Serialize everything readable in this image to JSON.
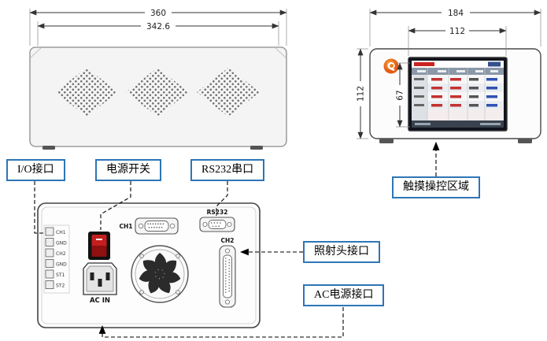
{
  "top_view": {
    "dim_outer": "360",
    "dim_inner": "342.6"
  },
  "front_view": {
    "dim_width": "184",
    "dim_screen_width": "112",
    "dim_height": "112",
    "dim_screen_height": "67"
  },
  "callouts": {
    "io": "I/O接口",
    "power": "电源开关",
    "rs232": "RS232串口",
    "touch": "触摸操控区域",
    "head": "照射头接口",
    "ac": "AC电源接口"
  },
  "rear_panel": {
    "terminals": [
      "CH1",
      "GND",
      "CH2",
      "GND",
      "ST1",
      "ST2"
    ],
    "ch1": "CH1",
    "ch2": "CH2",
    "rs232": "RS232",
    "ac_in": "AC IN"
  },
  "colors": {
    "callout_border": "#2e75b6",
    "switch_red": "#c41e1e",
    "logo_orange": "#ef7b1a",
    "line": "#333333"
  }
}
